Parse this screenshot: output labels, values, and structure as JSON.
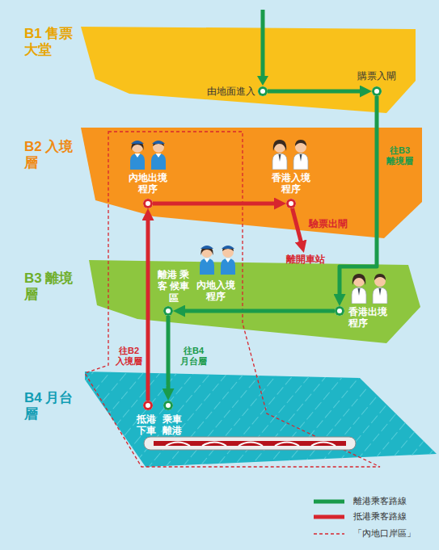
{
  "diagram": {
    "nodes": [
      {
        "text": [
          "B1 售票大堂"
        ]
      },
      {
        "text": [
          "由地面進入"
        ],
        "in": 0
      },
      {
        "text": [
          "購票入閘"
        ],
        "in": 0
      },
      {
        "text": [
          "B2 入境層"
        ]
      },
      {
        "text": [
          "內地出境 程序"
        ],
        "in": 3
      },
      {
        "text": [
          "香港入境 程序"
        ],
        "in": 3
      },
      {
        "text": [
          "離開車站"
        ]
      },
      {
        "text": [
          "B3 離境層"
        ]
      },
      {
        "text": [
          "離港 乘客 候車區"
        ],
        "in": 7
      },
      {
        "text": [
          "香港出境 程序"
        ],
        "in": 7
      },
      {
        "text": [
          "B4 月台層"
        ]
      },
      {
        "text": [
          "抵港 下車"
        ],
        "in": 10
      },
      {
        "text": [
          "乘車 離港"
        ],
        "in": 10
      }
    ],
    "edges": [
      {
        "from": 1,
        "to": 2,
        "arrow": "to"
      },
      {
        "from": 2,
        "to": 9,
        "label": "往B3 離境層",
        "arrow": "to"
      },
      {
        "from": 9,
        "to": 8,
        "arrow": "to"
      },
      {
        "from": 8,
        "to": 12,
        "label": "往B4 月台層",
        "arrow": "to"
      },
      {
        "from": 11,
        "to": 4,
        "label": "往B2 入境層",
        "arrow": "to"
      },
      {
        "from": 4,
        "to": 5,
        "arrow": "to"
      },
      {
        "from": 5,
        "to": 6,
        "label": "驗票出閘",
        "arrow": "to"
      }
    ],
    "labels": [
      "內地入境 程序"
    ],
    "legend": [
      {
        "text": "離港乘客路線"
      },
      {
        "text": "抵港乘客路線"
      },
      {
        "text": "「內地口岸區」"
      }
    ]
  }
}
